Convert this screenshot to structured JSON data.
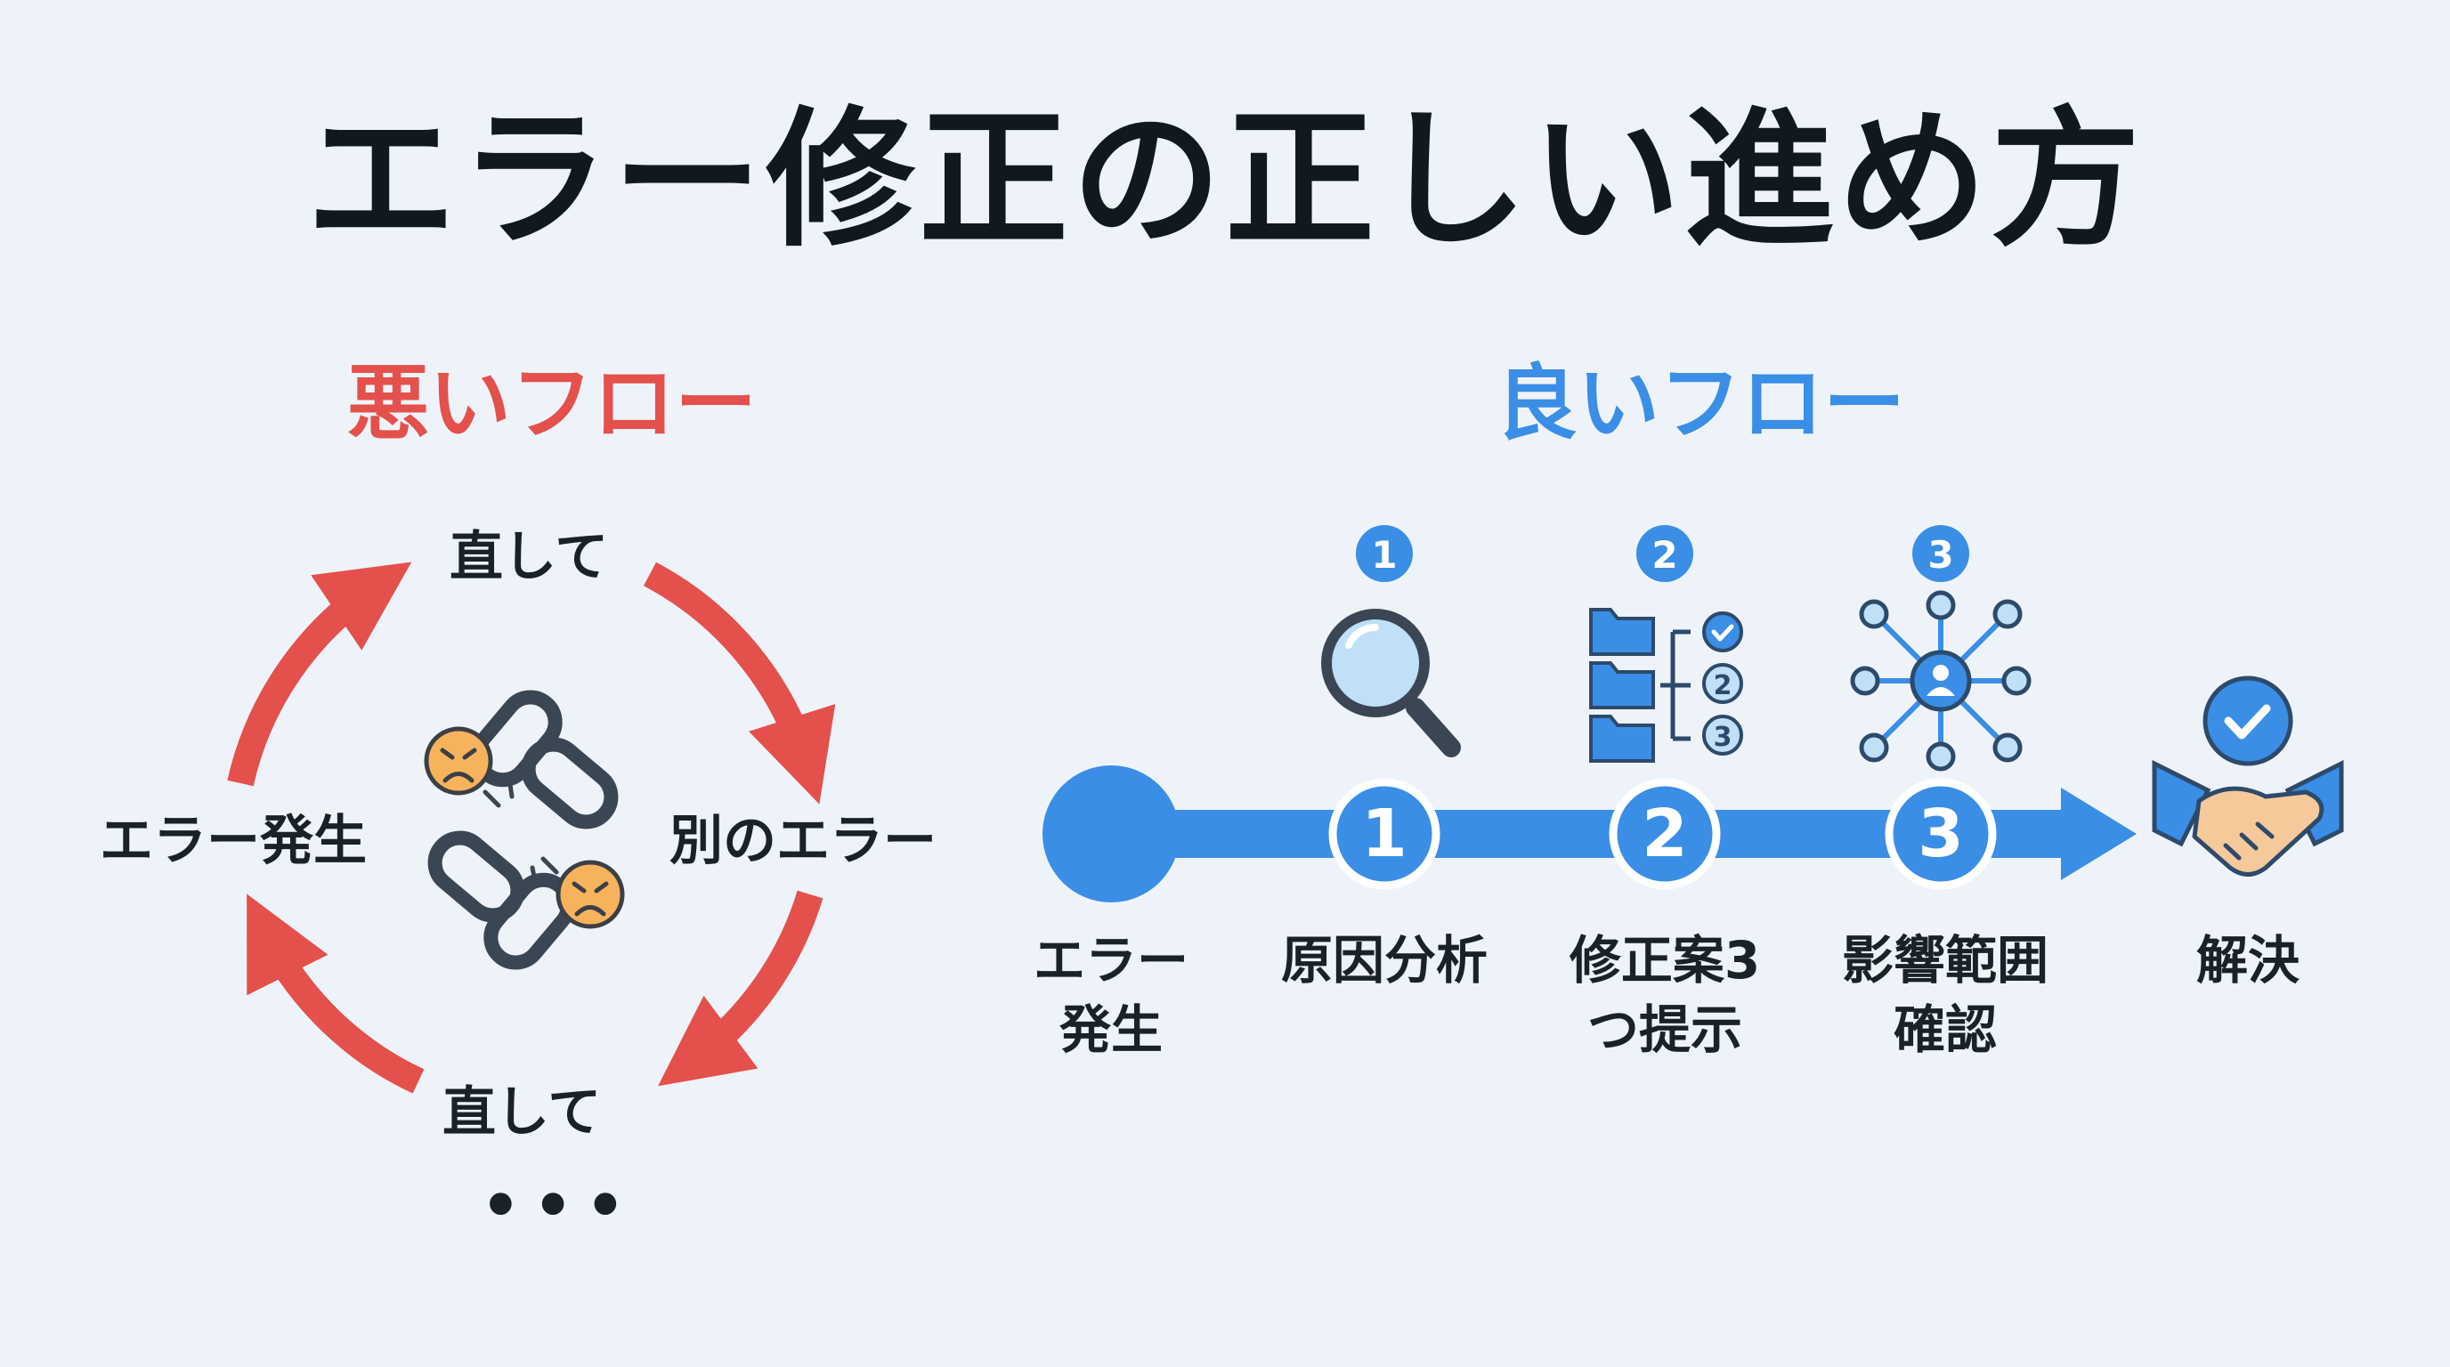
{
  "title": "エラー修正の正しい進め方",
  "bad_flow": {
    "title": "悪いフロー",
    "labels": {
      "top": "直して",
      "left": "エラー発生",
      "right": "別のエラー",
      "bottom": "直して",
      "dots": "•••"
    }
  },
  "good_flow": {
    "title": "良いフロー",
    "icon_badges": [
      "1",
      "2",
      "3"
    ],
    "node_numbers": [
      "1",
      "2",
      "3"
    ],
    "mini_list_numbers": [
      "2",
      "3"
    ],
    "steps": [
      {
        "label": "エラー\n発生"
      },
      {
        "label": "原因分析"
      },
      {
        "label": "修正案3\nつ提示"
      },
      {
        "label": "影響範囲\n確認"
      },
      {
        "label": "解決"
      }
    ],
    "icons": [
      "magnifier-icon",
      "folder-list-icon",
      "network-icon",
      "handshake-check-icon"
    ]
  },
  "colors": {
    "bad": "#e4504b",
    "good": "#3a8ee6",
    "title": "#111820",
    "background": "#eef3f9"
  }
}
